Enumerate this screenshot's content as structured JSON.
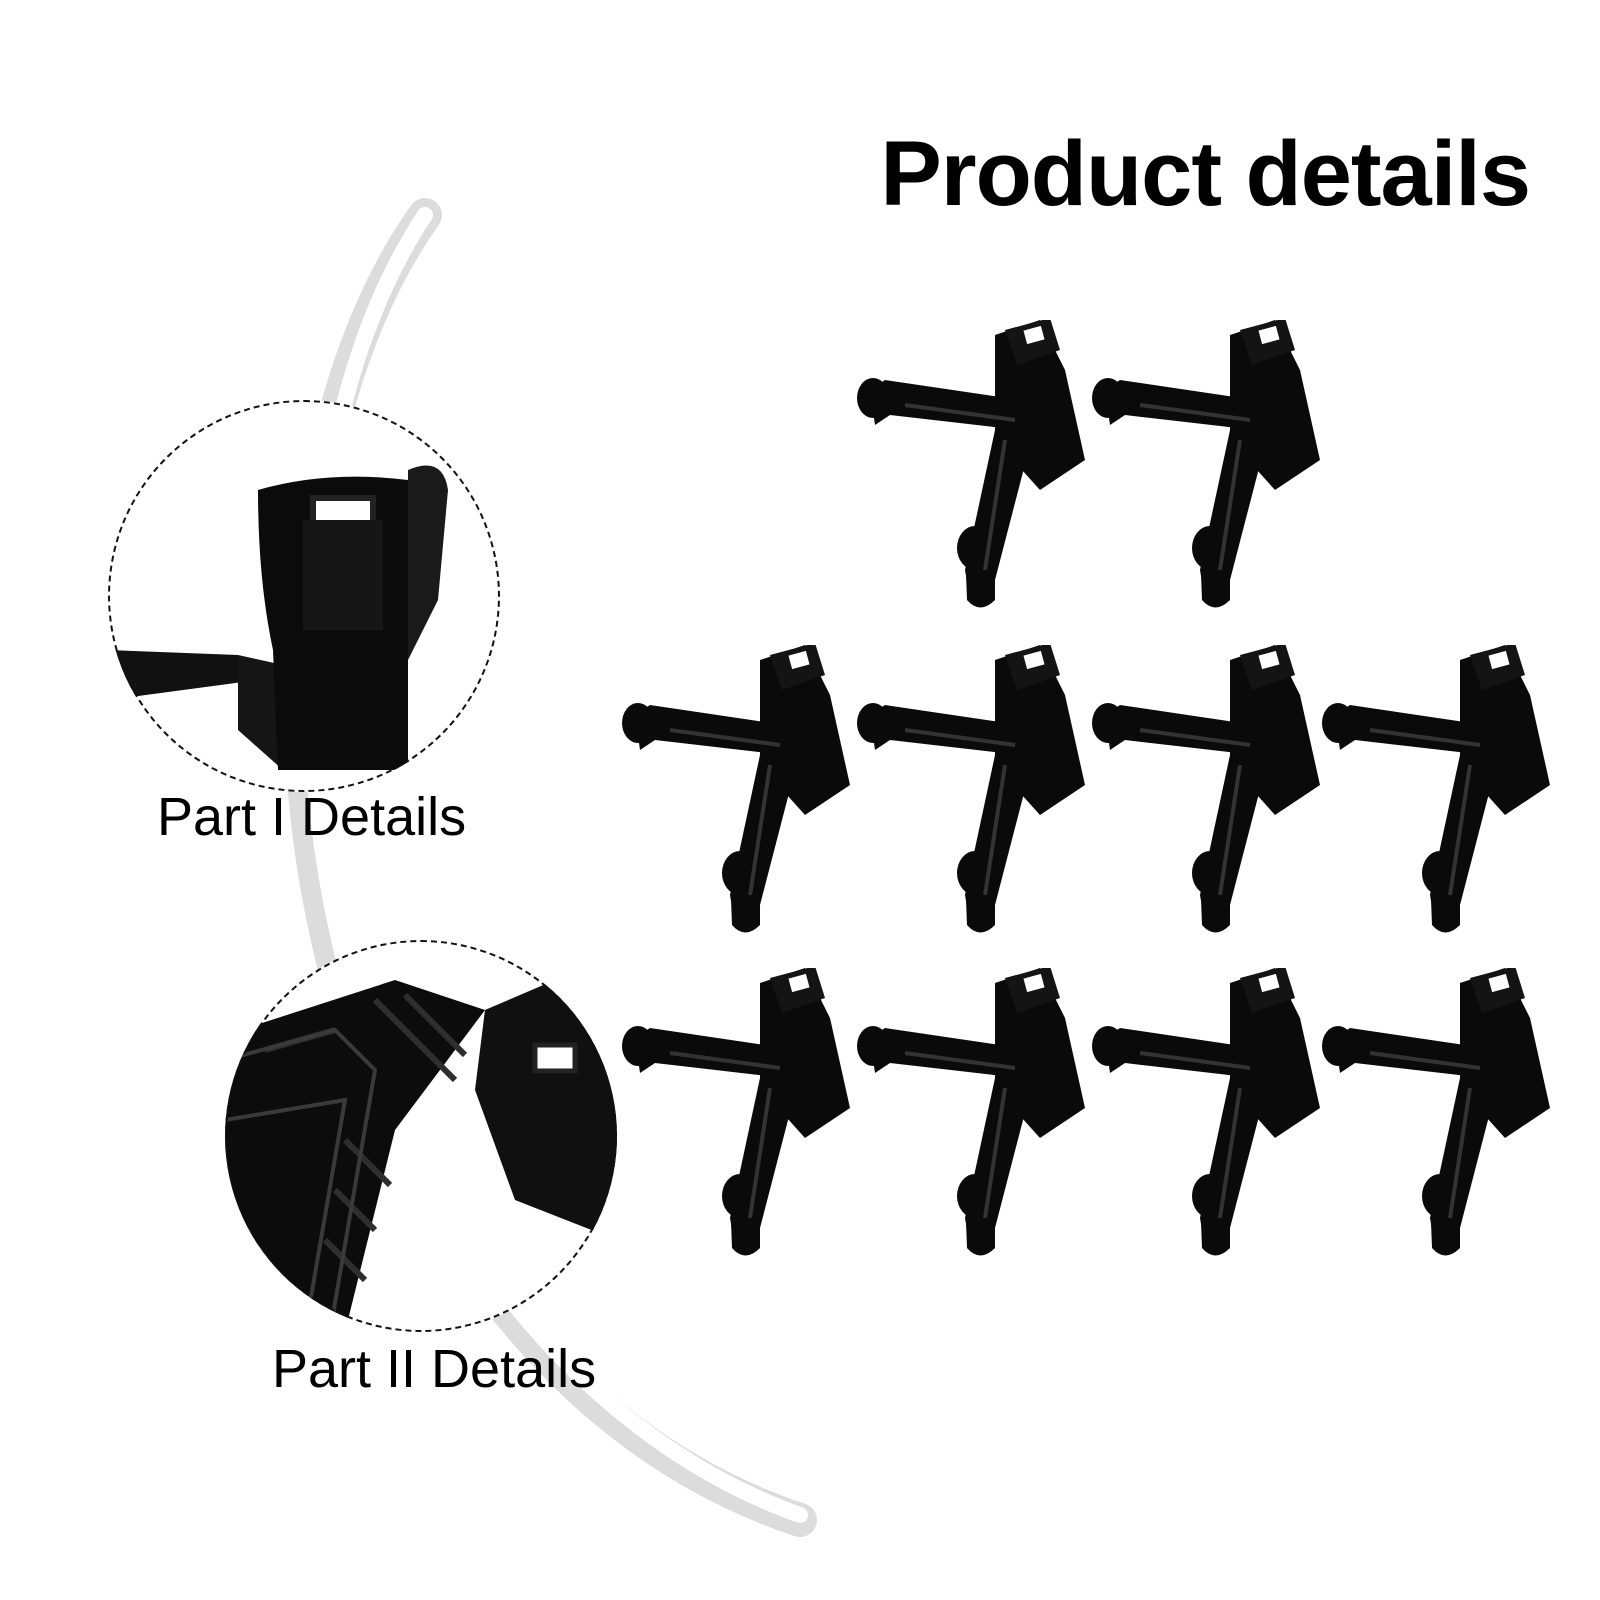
{
  "title": "Product details",
  "details": [
    {
      "label": "Part I Details"
    },
    {
      "label": "Part II Details"
    }
  ],
  "product": {
    "item_count": 10,
    "color": "#0a0a0a"
  },
  "colors": {
    "background": "#ffffff",
    "arc": "#d9d9d9",
    "product": "#0a0a0a"
  }
}
